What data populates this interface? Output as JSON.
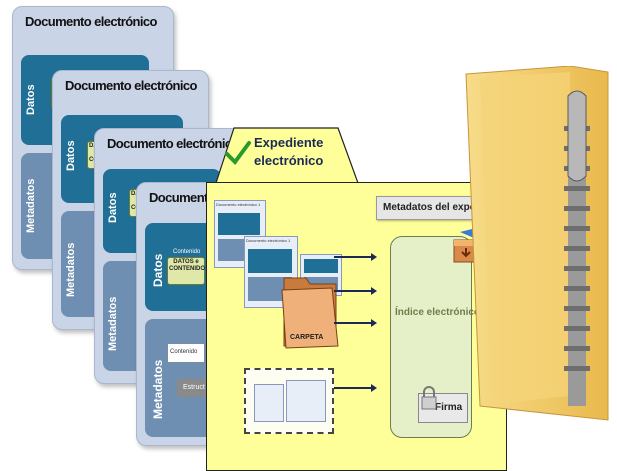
{
  "document_card_title": "Documento electrónico",
  "datos_label": "Datos",
  "metadatos_label": "Metadatos",
  "contenido_label": "Contenido",
  "datos_contenido_label": "DATOS e CONTENIDO",
  "estructura_label": "Estruct",
  "expediente_title_line1": "Expediente",
  "expediente_title_line2": "electrónico",
  "metadatos_expediente_label": "Metadatos del expediente",
  "indice_label": "Índice electrónico",
  "firma_label": "Firma",
  "carpeta_label": "CARPETA",
  "mini_doc_label": "Documento electrónico 1",
  "colors": {
    "card_bg": "#c9d4e6",
    "datos_blue": "#1f6f96",
    "metadatos_blue": "#6f8fb2",
    "expediente_yellow": "#ffff99",
    "indice_green": "#e6f0c8",
    "check_green": "#2a9a2a",
    "folder_orange": "#e8a46a",
    "zip_yellow": "#f3cf6e"
  },
  "icons": [
    "check-icon",
    "folder-icon",
    "zip-folder-icon",
    "lock-icon",
    "download-box-icon"
  ]
}
